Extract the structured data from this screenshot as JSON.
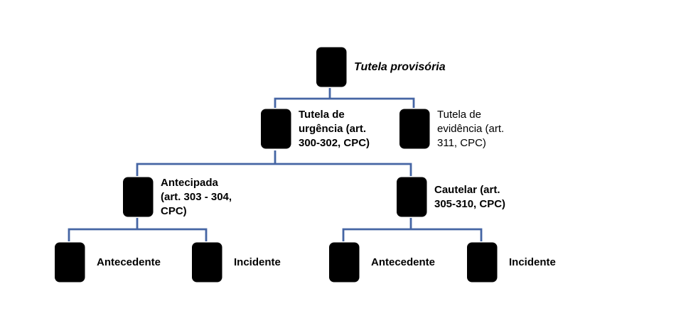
{
  "colors": {
    "connector": "#4565A4",
    "icon_stroke": "#7A93CB",
    "icon_spine": "#5C79B8",
    "text": "#000000",
    "background": "#FFFFFF"
  },
  "icon": "person-notebook-icon",
  "nodes": {
    "root": {
      "label": "Tutela provisória"
    },
    "urgencia": {
      "label": "Tutela de\nurgência (art.\n300-302, CPC)"
    },
    "evidencia": {
      "label": "Tutela de\nevidência (art.\n311, CPC)"
    },
    "antecipada": {
      "label": "Antecipada\n(art. 303 - 304,\nCPC)"
    },
    "cautelar": {
      "label": "Cautelar (art.\n305-310, CPC)"
    },
    "antecipada_antecedente": {
      "label": "Antecedente"
    },
    "antecipada_incidente": {
      "label": "Incidente"
    },
    "cautelar_antecedente": {
      "label": "Antecedente"
    },
    "cautelar_incidente": {
      "label": "Incidente"
    }
  },
  "structure": {
    "Tutela provisória": {
      "Tutela de urgência (art. 300-302, CPC)": {
        "Antecipada (art. 303 - 304, CPC)": [
          "Antecedente",
          "Incidente"
        ],
        "Cautelar (art. 305-310, CPC)": [
          "Antecedente",
          "Incidente"
        ]
      },
      "Tutela de evidência (art. 311, CPC)": {}
    }
  }
}
